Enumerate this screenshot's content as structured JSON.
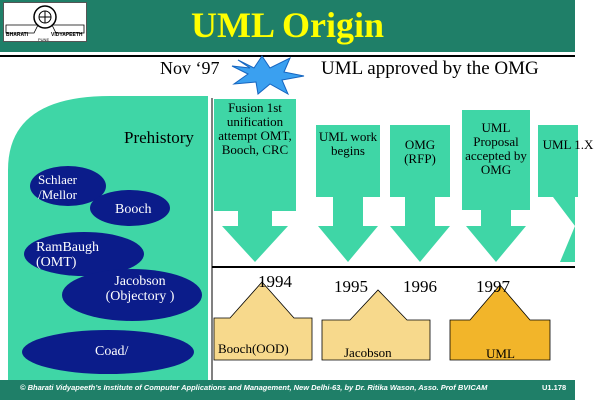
{
  "slide": {
    "title": "UML Origin",
    "logo": {
      "left_text": "BHARATI",
      "right_text": "VIDYAPEETH",
      "city": "PUNE"
    },
    "top_date": "Nov ‘97",
    "top_note": "UML approved by the OMG",
    "prehistory_label": "Prehistory",
    "methods": [
      {
        "label": "Schlaer /Mellor"
      },
      {
        "label": "Booch"
      },
      {
        "label": "RamBaugh (OMT)"
      },
      {
        "label": "Jacobson (Objectory )"
      },
      {
        "label": "Coad/"
      }
    ],
    "milestones": [
      {
        "label": "Fusion 1st unification attempt OMT, Booch, CRC"
      },
      {
        "label": "UML work begins"
      },
      {
        "label": "OMG (RFP)"
      },
      {
        "label": "UML Proposal accepted by OMG"
      },
      {
        "label": "UML 1.X"
      }
    ],
    "years": [
      "1994",
      "1995",
      "1996",
      "1997"
    ],
    "lower_items": [
      {
        "label": "Booch(OOD)"
      },
      {
        "label": "Jacobson"
      },
      {
        "label": "UML"
      }
    ],
    "footer": "© Bharati Vidyapeeth’s Institute of Computer Applications and Management, New Delhi-63, by Dr. Ritika Wason, Asso. Prof BVICAM",
    "slide_number": "U1.178",
    "colors": {
      "title_bar": "#1f7f68",
      "title_text": "#ffff00",
      "green": "#3fd6a6",
      "navy": "#0b1c8a",
      "lower_fill": "#f7d98c",
      "uml_fill": "#f2b52a",
      "star": "#3aa0f0"
    }
  }
}
